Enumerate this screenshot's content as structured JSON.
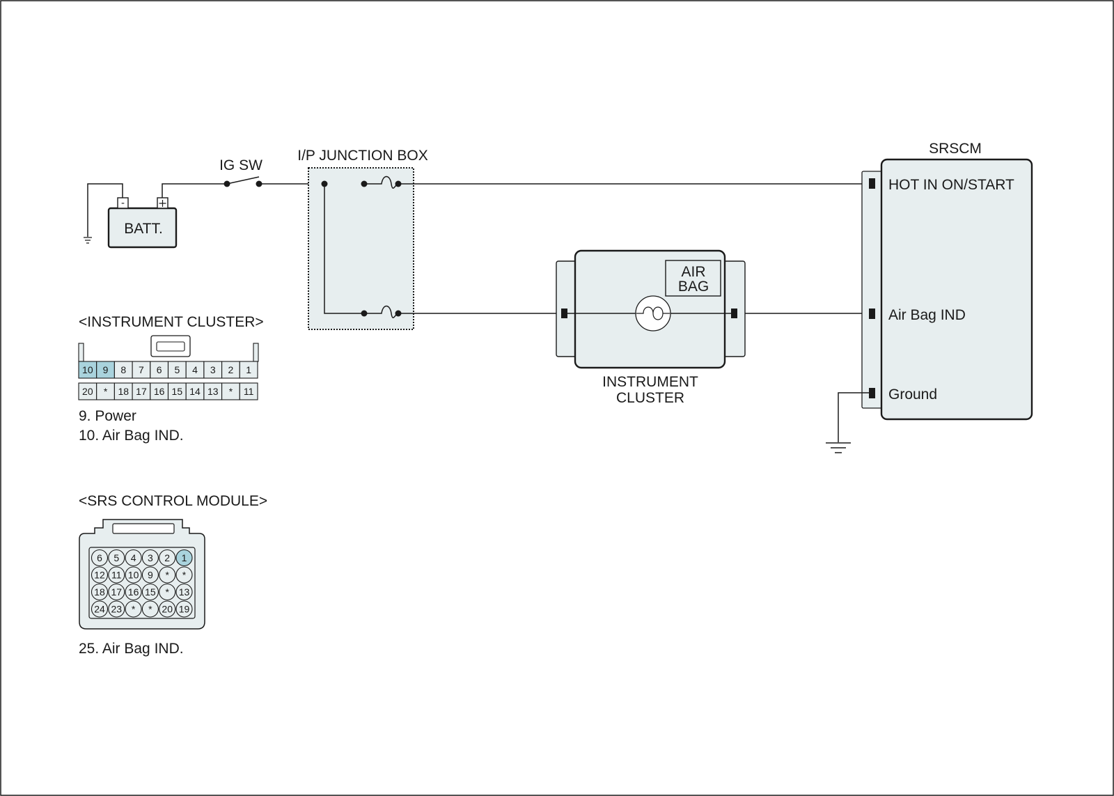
{
  "labels": {
    "ig_sw": "IG SW",
    "junction_box": "I/P JUNCTION BOX",
    "srscm": "SRSCM",
    "batt": "BATT.",
    "batt_minus": "-",
    "batt_plus": "+",
    "air_bag_line1": "AIR",
    "air_bag_line2": "BAG",
    "cluster_line1": "INSTRUMENT",
    "cluster_line2": "CLUSTER"
  },
  "srscm_pins": [
    "HOT IN ON/START",
    "Air Bag IND",
    "Ground"
  ],
  "cluster_connector": {
    "title": "<INSTRUMENT CLUSTER>",
    "top_row": [
      "10",
      "9",
      "8",
      "7",
      "6",
      "5",
      "4",
      "3",
      "2",
      "1"
    ],
    "bottom_row": [
      "20",
      "*",
      "18",
      "17",
      "16",
      "15",
      "14",
      "13",
      "*",
      "11"
    ],
    "highlighted": [
      "10",
      "9"
    ],
    "legend": [
      "9. Power",
      "10. Air Bag IND."
    ]
  },
  "srs_connector": {
    "title": "<SRS CONTROL MODULE>",
    "rows": [
      [
        "6",
        "5",
        "4",
        "3",
        "2",
        "1"
      ],
      [
        "12",
        "11",
        "10",
        "9",
        "*",
        "*"
      ],
      [
        "18",
        "17",
        "16",
        "15",
        "*",
        "13"
      ],
      [
        "24",
        "23",
        "*",
        "*",
        "20",
        "19"
      ]
    ],
    "highlighted": [
      "1"
    ],
    "legend": [
      "25. Air Bag IND."
    ]
  },
  "colors": {
    "fill": "#e7eeef",
    "highlight": "#a9d3dd",
    "line": "#1a1a1a"
  }
}
